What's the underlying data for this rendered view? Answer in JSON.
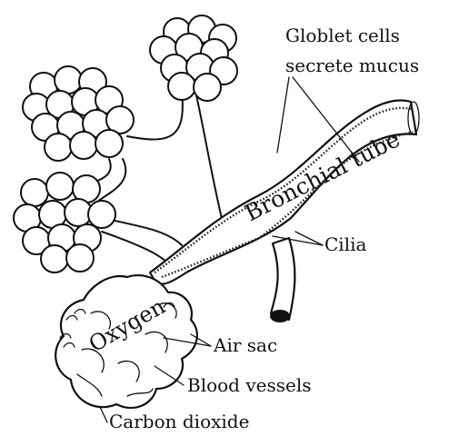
{
  "labels": {
    "goblet_line1": "Globlet cells",
    "goblet_line2": "secrete mucus",
    "bronchial_tube": "Bronchial tube",
    "cilia": "Cilia",
    "oxygen": "Oxygen",
    "air_sac": "Air sac",
    "blood_vessels": "Blood vessels",
    "carbon_dioxide": "Carbon dioxide"
  }
}
